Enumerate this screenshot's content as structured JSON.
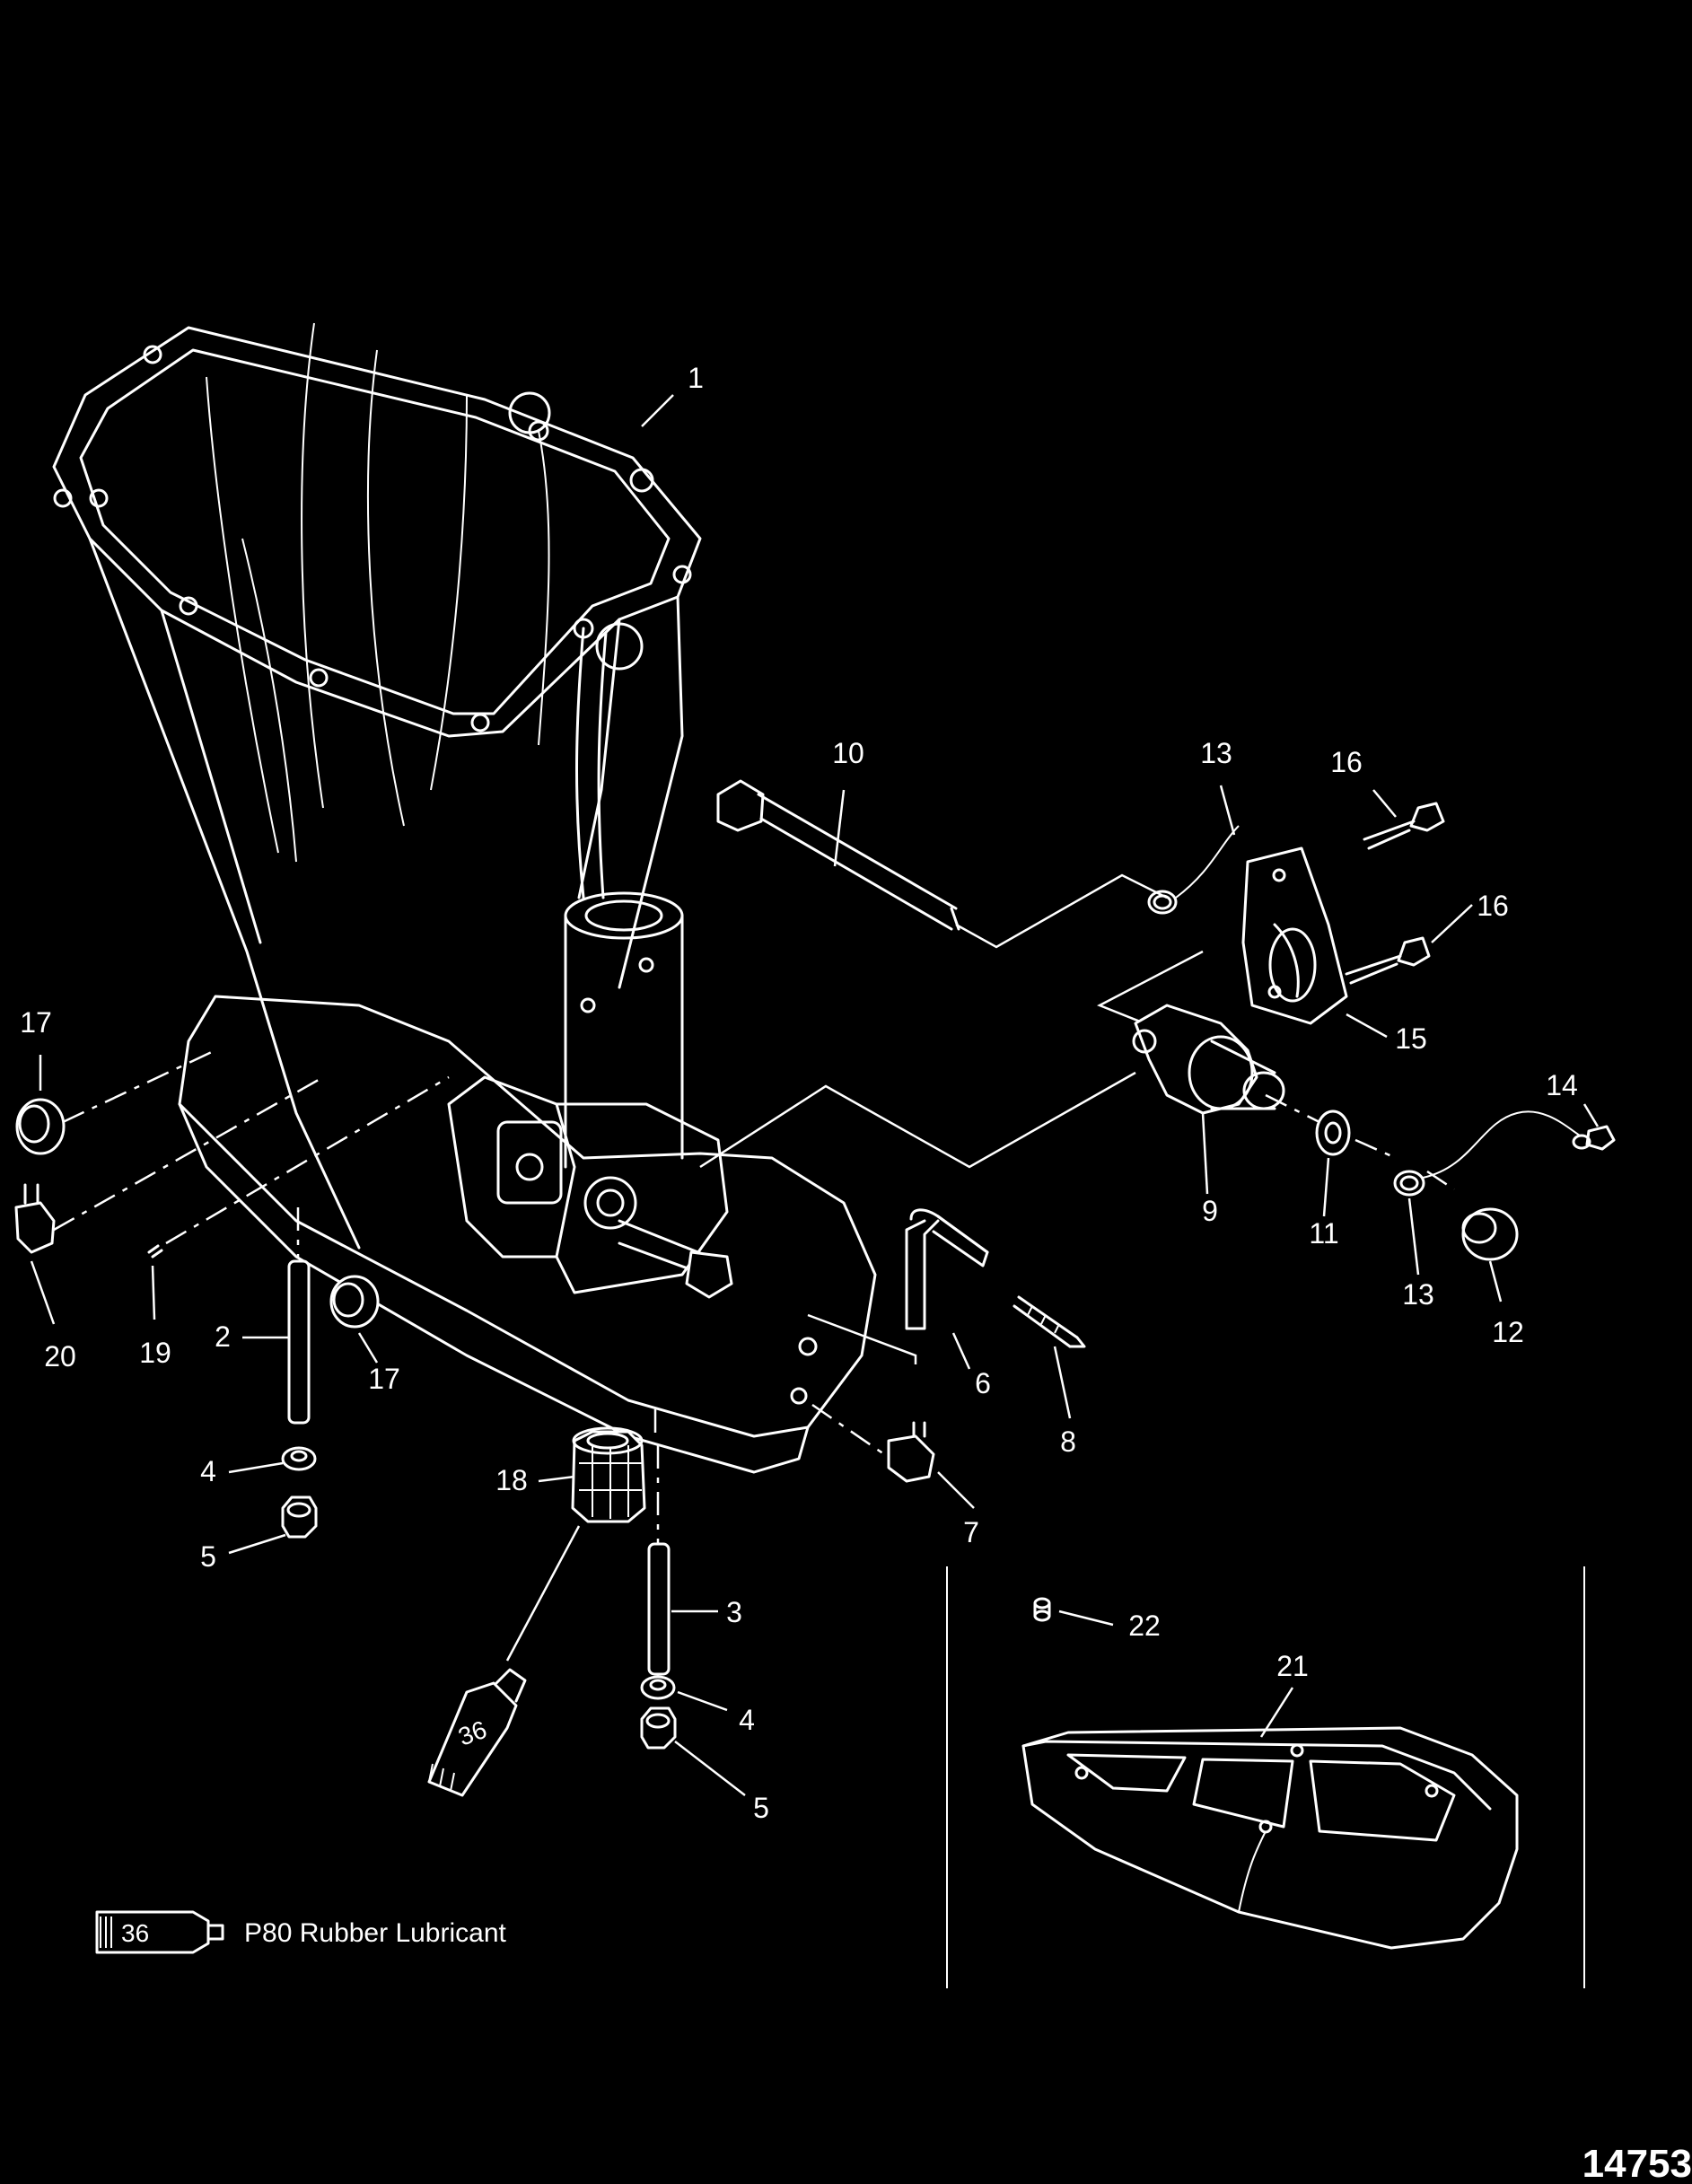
{
  "callouts": [
    {
      "key": "c1",
      "text": "1"
    },
    {
      "key": "c2",
      "text": "2"
    },
    {
      "key": "c3",
      "text": "3"
    },
    {
      "key": "c4a",
      "text": "4"
    },
    {
      "key": "c4b",
      "text": "4"
    },
    {
      "key": "c5a",
      "text": "5"
    },
    {
      "key": "c5b",
      "text": "5"
    },
    {
      "key": "c6",
      "text": "6"
    },
    {
      "key": "c7",
      "text": "7"
    },
    {
      "key": "c8",
      "text": "8"
    },
    {
      "key": "c9",
      "text": "9"
    },
    {
      "key": "c10",
      "text": "10"
    },
    {
      "key": "c11",
      "text": "11"
    },
    {
      "key": "c12",
      "text": "12"
    },
    {
      "key": "c13a",
      "text": "13"
    },
    {
      "key": "c13b",
      "text": "13"
    },
    {
      "key": "c14",
      "text": "14"
    },
    {
      "key": "c15",
      "text": "15"
    },
    {
      "key": "c16a",
      "text": "16"
    },
    {
      "key": "c16b",
      "text": "16"
    },
    {
      "key": "c17a",
      "text": "17"
    },
    {
      "key": "c17b",
      "text": "17"
    },
    {
      "key": "c18",
      "text": "18"
    },
    {
      "key": "c19",
      "text": "19"
    },
    {
      "key": "c20",
      "text": "20"
    },
    {
      "key": "c21",
      "text": "21"
    },
    {
      "key": "c22",
      "text": "22"
    }
  ],
  "lubricant_tube": {
    "number": "36"
  },
  "legend": {
    "number": "36",
    "text": "P80 Rubber Lubricant"
  },
  "figure_number": "14753",
  "colors": {
    "background": "#000000",
    "line": "#ffffff"
  }
}
